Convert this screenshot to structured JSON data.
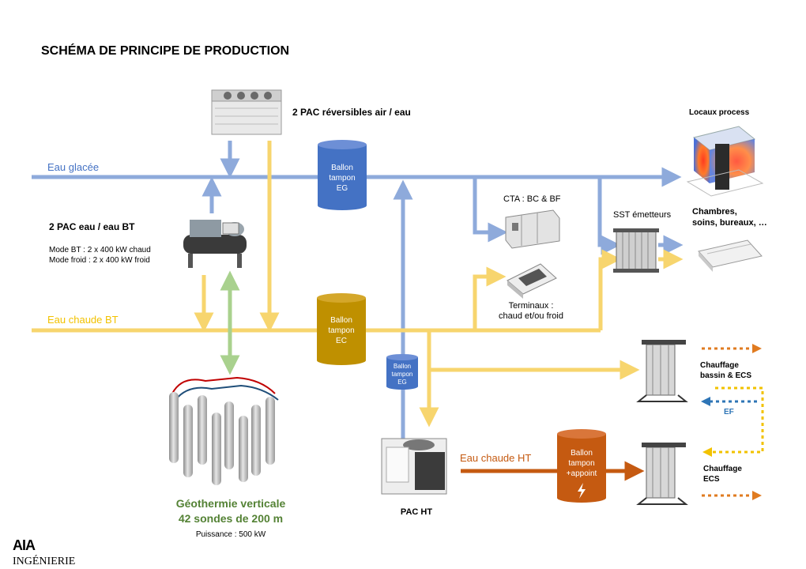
{
  "title": "SCHÉMA DE PRINCIPE DE PRODUCTION",
  "colors": {
    "cold": "#8eaadb",
    "hot_bt": "#f7d56e",
    "hot_ht": "#c55a11",
    "geo": "#a9d18e",
    "tank_eg": "#4472c4",
    "tank_ec": "#bf9000",
    "tank_ht": "#c55a11",
    "geo_text": "#548235",
    "ef": "#2e75b6",
    "dotted_orange": "#e07b20",
    "dotted_yellow": "#f2c200"
  },
  "labels": {
    "pac_air": "2 PAC réversibles air / eau",
    "eau_glacee": "Eau glacée",
    "pac_eau": "2 PAC eau / eau  BT",
    "mode_bt": "Mode BT : 2 x 400 kW chaud",
    "mode_froid": "Mode froid : 2 x 400 kW froid",
    "eau_chaude_bt": "Eau chaude BT",
    "cta": "CTA : BC & BF",
    "sst": "SST émetteurs",
    "locaux": "Locaux process",
    "chambres_1": "Chambres,",
    "chambres_2": "soins, bureaux, …",
    "terminaux_1": "Terminaux :",
    "terminaux_2": "chaud et/ou froid",
    "chauffage_bassin_1": "Chauffage",
    "chauffage_bassin_2": "bassin & ECS",
    "ef": "EF",
    "chauffage_ecs_1": "Chauffage",
    "chauffage_ecs_2": "ECS",
    "eau_chaude_ht": "Eau chaude HT",
    "pac_ht": "PAC HT",
    "geo_1": "Géothermie  verticale",
    "geo_2": "42 sondes de 200 m",
    "puissance": "Puissance : 500 kW",
    "logo_mark": "AIA",
    "logo_text": "INGÉNIERIE"
  },
  "tanks": {
    "eg": [
      "Ballon",
      "tampon",
      "EG"
    ],
    "ec": [
      "Ballon",
      "tampon",
      "EC"
    ],
    "eg_small": [
      "Ballon",
      "tampon",
      "EG"
    ],
    "ht": [
      "Ballon",
      "tampon",
      "+appoint"
    ]
  }
}
